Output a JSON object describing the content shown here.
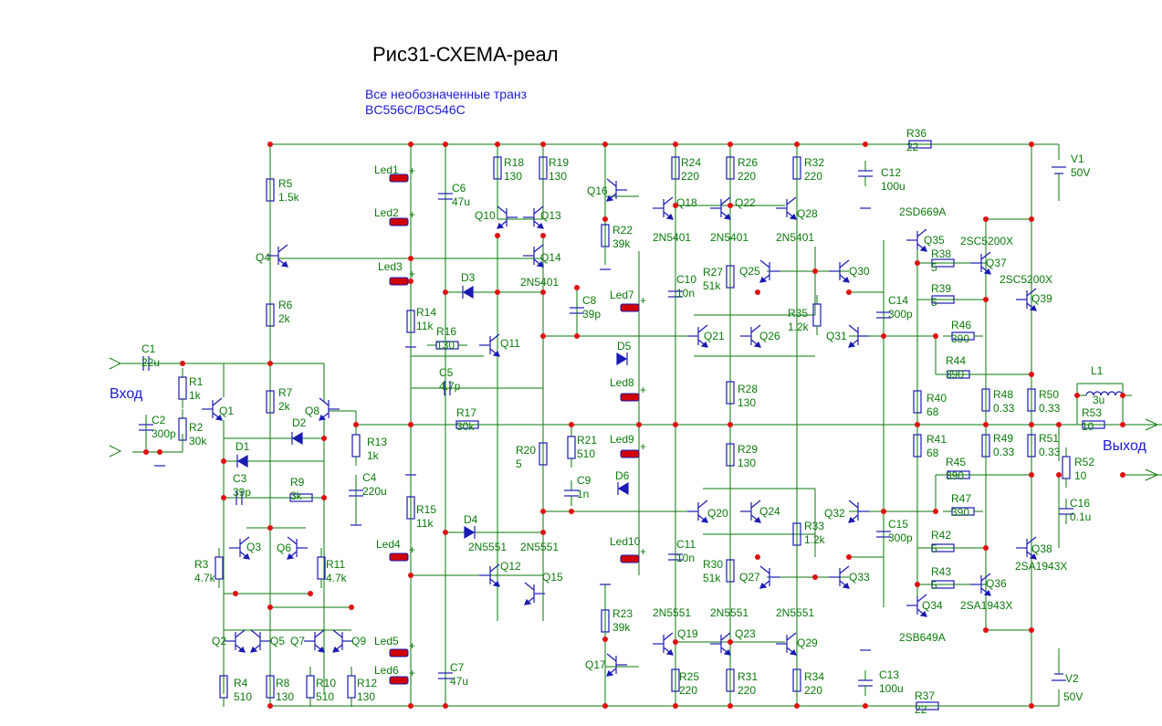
{
  "title": "Рис31-СХЕМА-реал",
  "note": [
    "Все необозначенные транз",
    "BC556C/BC546C"
  ],
  "input_label": "Вход",
  "output_label": "Выход",
  "colors": {
    "wire": "#0a7a0a",
    "part": "#1a1ab4",
    "node": "#e01010",
    "note": "#1a1ad6",
    "led": "#d00000"
  },
  "resistors": [
    {
      "ref": "R1",
      "val": "1k"
    },
    {
      "ref": "R2",
      "val": "30k"
    },
    {
      "ref": "R3",
      "val": "4.7k"
    },
    {
      "ref": "R4",
      "val": "510"
    },
    {
      "ref": "R5",
      "val": "1.5k"
    },
    {
      "ref": "R6",
      "val": "2k"
    },
    {
      "ref": "R7",
      "val": "2k"
    },
    {
      "ref": "R8",
      "val": "130"
    },
    {
      "ref": "R9",
      "val": "3k"
    },
    {
      "ref": "R10",
      "val": "510"
    },
    {
      "ref": "R11",
      "val": "4.7k"
    },
    {
      "ref": "R12",
      "val": "130"
    },
    {
      "ref": "R13",
      "val": "1k"
    },
    {
      "ref": "R14",
      "val": "11k"
    },
    {
      "ref": "R15",
      "val": "11k"
    },
    {
      "ref": "R16",
      "val": "130"
    },
    {
      "ref": "R17",
      "val": "30k"
    },
    {
      "ref": "R18",
      "val": "130"
    },
    {
      "ref": "R19",
      "val": "130"
    },
    {
      "ref": "R20",
      "val": "5"
    },
    {
      "ref": "R21",
      "val": "510"
    },
    {
      "ref": "R22",
      "val": "39k"
    },
    {
      "ref": "R23",
      "val": "39k"
    },
    {
      "ref": "R24",
      "val": "220"
    },
    {
      "ref": "R25",
      "val": "220"
    },
    {
      "ref": "R26",
      "val": "220"
    },
    {
      "ref": "R27",
      "val": "51k"
    },
    {
      "ref": "R28",
      "val": "130"
    },
    {
      "ref": "R29",
      "val": "130"
    },
    {
      "ref": "R30",
      "val": "51k"
    },
    {
      "ref": "R31",
      "val": "220"
    },
    {
      "ref": "R32",
      "val": "220"
    },
    {
      "ref": "R33",
      "val": "1.2k"
    },
    {
      "ref": "R34",
      "val": "220"
    },
    {
      "ref": "R35",
      "val": "1.2k"
    },
    {
      "ref": "R36",
      "val": "22"
    },
    {
      "ref": "R37",
      "val": "22"
    },
    {
      "ref": "R38",
      "val": "5"
    },
    {
      "ref": "R39",
      "val": "5"
    },
    {
      "ref": "R40",
      "val": "68"
    },
    {
      "ref": "R41",
      "val": "68"
    },
    {
      "ref": "R42",
      "val": "5"
    },
    {
      "ref": "R43",
      "val": "5"
    },
    {
      "ref": "R44",
      "val": "390"
    },
    {
      "ref": "R45",
      "val": "390"
    },
    {
      "ref": "R46",
      "val": "390"
    },
    {
      "ref": "R47",
      "val": "390"
    },
    {
      "ref": "R48",
      "val": "0.33"
    },
    {
      "ref": "R49",
      "val": "0.33"
    },
    {
      "ref": "R50",
      "val": "0.33"
    },
    {
      "ref": "R51",
      "val": "0.33"
    },
    {
      "ref": "R52",
      "val": "10"
    },
    {
      "ref": "R53",
      "val": "10"
    }
  ],
  "capacitors": [
    {
      "ref": "C1",
      "val": "22u"
    },
    {
      "ref": "C2",
      "val": "300p"
    },
    {
      "ref": "C3",
      "val": "39p"
    },
    {
      "ref": "C4",
      "val": "220u"
    },
    {
      "ref": "C5",
      "val": "4.7p"
    },
    {
      "ref": "C6",
      "val": "47u"
    },
    {
      "ref": "C7",
      "val": "47u"
    },
    {
      "ref": "C8",
      "val": "39p"
    },
    {
      "ref": "C9",
      "val": "1n"
    },
    {
      "ref": "C10",
      "val": "10n"
    },
    {
      "ref": "C11",
      "val": "10n"
    },
    {
      "ref": "C12",
      "val": "100u"
    },
    {
      "ref": "C13",
      "val": "100u"
    },
    {
      "ref": "C14",
      "val": "300p"
    },
    {
      "ref": "C15",
      "val": "300p"
    },
    {
      "ref": "C16",
      "val": "0.1u"
    }
  ],
  "transistors": [
    {
      "ref": "Q1"
    },
    {
      "ref": "Q2"
    },
    {
      "ref": "Q3"
    },
    {
      "ref": "Q4"
    },
    {
      "ref": "Q5"
    },
    {
      "ref": "Q6"
    },
    {
      "ref": "Q7"
    },
    {
      "ref": "Q8"
    },
    {
      "ref": "Q9"
    },
    {
      "ref": "Q10"
    },
    {
      "ref": "Q11"
    },
    {
      "ref": "Q12",
      "type": "2N5551"
    },
    {
      "ref": "Q13"
    },
    {
      "ref": "Q14",
      "type": "2N5401"
    },
    {
      "ref": "Q15",
      "type": "2N5551"
    },
    {
      "ref": "Q16"
    },
    {
      "ref": "Q17"
    },
    {
      "ref": "Q18",
      "type": "2N5401"
    },
    {
      "ref": "Q19",
      "type": "2N5551"
    },
    {
      "ref": "Q20"
    },
    {
      "ref": "Q21"
    },
    {
      "ref": "Q22",
      "type": "2N5401"
    },
    {
      "ref": "Q23",
      "type": "2N5551"
    },
    {
      "ref": "Q24"
    },
    {
      "ref": "Q25"
    },
    {
      "ref": "Q26"
    },
    {
      "ref": "Q27"
    },
    {
      "ref": "Q28",
      "type": "2N5401"
    },
    {
      "ref": "Q29",
      "type": "2N5551"
    },
    {
      "ref": "Q30"
    },
    {
      "ref": "Q31"
    },
    {
      "ref": "Q32"
    },
    {
      "ref": "Q33"
    },
    {
      "ref": "Q34",
      "type": "2SB649A"
    },
    {
      "ref": "Q35",
      "type": "2SD669A"
    },
    {
      "ref": "Q36",
      "type": "2SA1943X"
    },
    {
      "ref": "Q37",
      "type": "2SC5200X"
    },
    {
      "ref": "Q38",
      "type": "2SA1943X"
    },
    {
      "ref": "Q39",
      "type": "2SC5200X"
    }
  ],
  "diodes": [
    "D1",
    "D2",
    "D3",
    "D4",
    "D5",
    "D6"
  ],
  "leds": [
    "Led1",
    "Led2",
    "Led3",
    "Led4",
    "Led5",
    "Led6",
    "Led7",
    "Led8",
    "Led9",
    "Led10"
  ],
  "inductor": {
    "ref": "L1",
    "val": "3u"
  },
  "supplies": [
    {
      "ref": "V1",
      "val": "50V"
    },
    {
      "ref": "V2",
      "val": "50V"
    }
  ]
}
